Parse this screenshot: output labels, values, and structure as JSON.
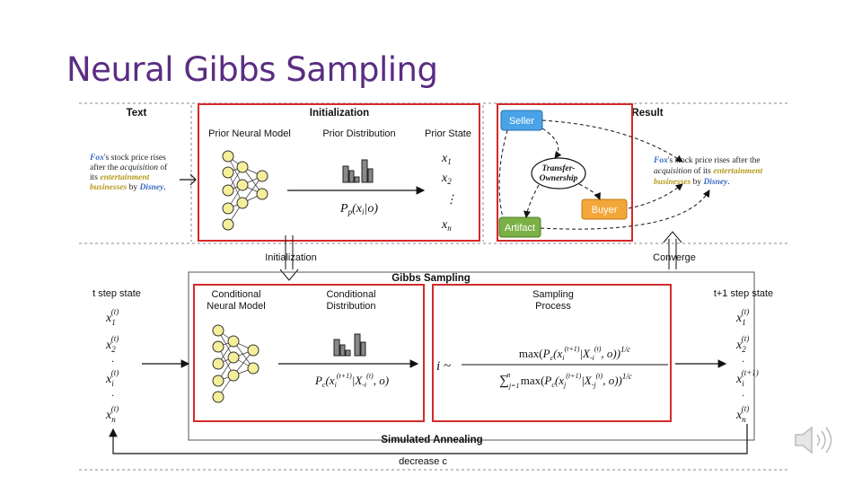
{
  "slide": {
    "title": "Neural Gibbs Sampling"
  },
  "top": {
    "text_header": "Text",
    "init_header": "Initialization",
    "result_header": "Result",
    "prior_neural_model": "Prior Neural Model",
    "prior_distribution": "Prior Distribution",
    "prior_state": "Prior State",
    "prior_formula": "P_p(x_i|o)",
    "states": [
      "x1",
      "x2",
      "⋮",
      "xn"
    ],
    "story": {
      "line1_a": "Fox",
      "line1_b": "'s stock price rises",
      "line2_a": "after the ",
      "line2_b": "acquisition",
      "line2_c": " of",
      "line3_a": "its ",
      "line3_b": "entertainment",
      "line4_a": "businesses",
      "line4_b": " by ",
      "line4_c": "Disney",
      "line4_d": "."
    },
    "result_story": {
      "line1_a": "Fox",
      "line1_b": "'s stock price rises after the",
      "line2_a": "acquisition",
      "line2_b": " of its ",
      "line2_c": "entertainment",
      "line3_a": "businesses",
      "line3_b": " by ",
      "line3_c": "Disney",
      "line3_d": "."
    },
    "roles": {
      "seller": "Seller",
      "buyer": "Buyer",
      "artifact": "Artifact",
      "event_line1": "Transfer-",
      "event_line2": "Ownership"
    }
  },
  "middle": {
    "initialization": "Initialization",
    "converge": "Converge",
    "gibbs_sampling": "Gibbs Sampling"
  },
  "bottom": {
    "t_state": "t step state",
    "t1_state": "t+1 step state",
    "cond_model_1": "Conditional",
    "cond_model_2": "Neural Model",
    "cond_dist_1": "Conditional",
    "cond_dist_2": "Distribution",
    "sampling_1": "Sampling",
    "sampling_2": "Process",
    "cond_formula": "P_c(x_i^(t+1)|X_-i^(t), o)",
    "i_sim": "i ~",
    "numerator": "max(P_c(x_i^(t+1)|X_-i^(t), o))^(1/c)",
    "denominator": "Σ_{j=1}^{n} max(P_c(x_j^(t+1)|X_-j^(t), o))^(1/c)",
    "simulated_annealing": "Simulated Annealing",
    "decrease_c": "decrease c"
  },
  "colors": {
    "title": "#5a2d82",
    "highlight_box": "#d42a2a",
    "seller": "#4aa3e8",
    "buyer": "#f3a73a",
    "artifact": "#7bb046",
    "node": "#f5ee9a",
    "entity_blue": "#3a6bc4",
    "entity_gold": "#b59b1e"
  },
  "icons": {
    "audio": "speaker-icon"
  }
}
